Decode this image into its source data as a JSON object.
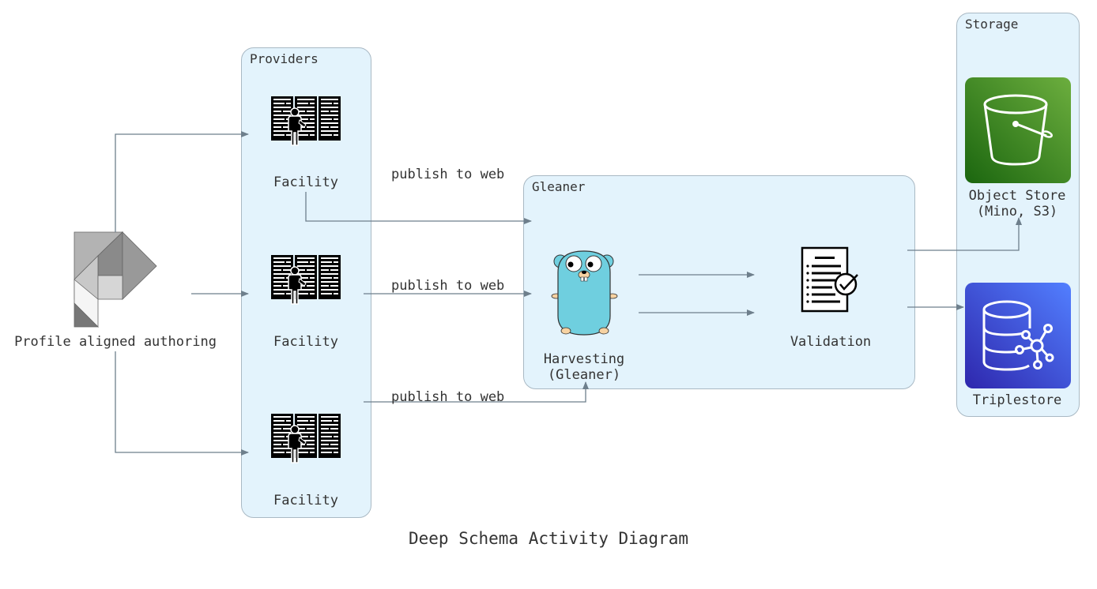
{
  "diagram": {
    "caption": "Deep Schema Activity Diagram",
    "groups": {
      "providers": "Providers",
      "gleaner": "Gleaner",
      "storage": "Storage"
    },
    "nodes": {
      "authoring": "Profile aligned authoring",
      "facility_1": "Facility",
      "facility_2": "Facility",
      "facility_3": "Facility",
      "harvesting": "Harvesting\n(Gleaner)",
      "validation": "Validation",
      "object_store": "Object Store\n (Mino, S3)",
      "triplestore": "Triplestore"
    },
    "edges": {
      "publish_1": "publish to web",
      "publish_2": "publish to web",
      "publish_3": "publish to web"
    },
    "colors": {
      "group_fill": "#e3f3fc",
      "group_border": "#a9b9c4",
      "edge": "#6e7f8c",
      "s3_green": "#3f8624",
      "db_blue": "#3b48cc",
      "gopher": "#6fcfdf"
    },
    "icons": {
      "authoring": "profile-logo-icon",
      "facility": "server-rack-person-icon",
      "harvesting": "gopher-icon",
      "validation": "checklist-document-icon",
      "object_store": "bucket-icon",
      "triplestore": "graph-database-icon"
    }
  }
}
